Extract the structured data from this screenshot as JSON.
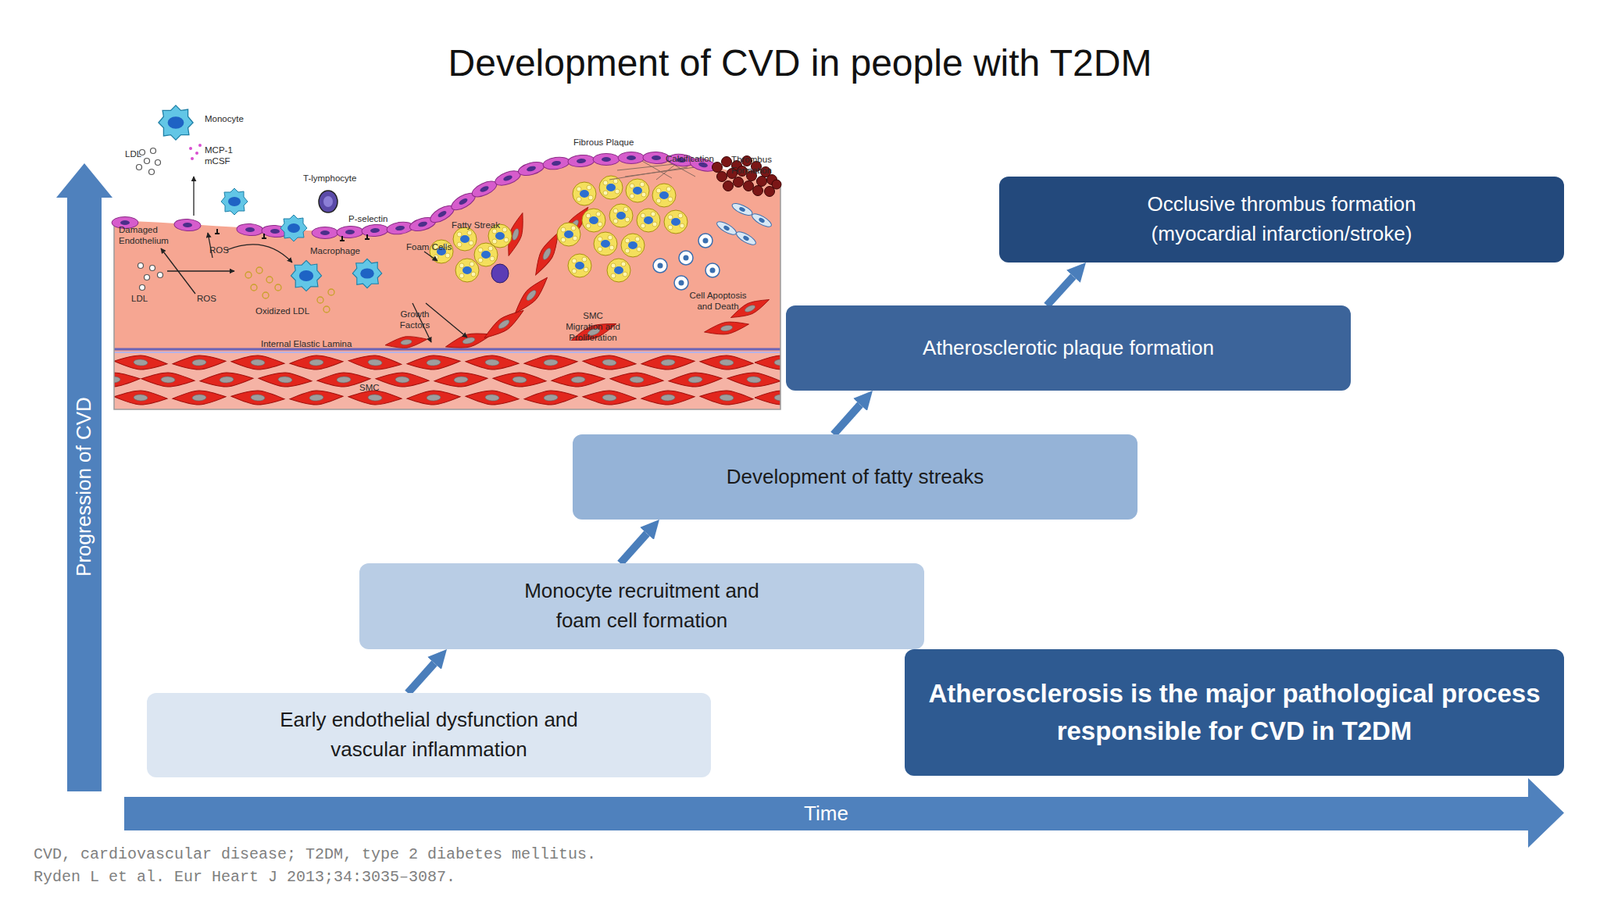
{
  "diagram": {
    "title": "Development of CVD in people with T2DM",
    "nodes": [
      {
        "text": [
          "Early endothelial dysfunction and vascular inflammation"
        ]
      },
      {
        "text": [
          "Monocyte recruitment and foam cell formation"
        ]
      },
      {
        "text": [
          "Development of fatty streaks"
        ]
      },
      {
        "text": [
          "Atherosclerotic plaque formation"
        ]
      },
      {
        "text": [
          "Occlusive thrombus formation (myocardial infarction/stroke)"
        ]
      },
      {
        "text": [
          "Atherosclerosis is the major pathological process responsible for CVD in T2DM"
        ]
      },
      {
        "text": [
          "Progression of CVD"
        ]
      },
      {
        "text": [
          "Time"
        ]
      }
    ],
    "edges": [
      {
        "from": 0,
        "to": 1,
        "arrow": "to"
      },
      {
        "from": 1,
        "to": 2,
        "arrow": "to"
      },
      {
        "from": 2,
        "to": 3,
        "arrow": "to"
      },
      {
        "from": 3,
        "to": 4,
        "arrow": "to"
      }
    ],
    "labels": [
      "Monocyte",
      "LDL",
      "MCP-1",
      "mCSF",
      "T-lymphocyte",
      "Damaged Endothelium",
      "ROS",
      "P-selectin",
      "Macrophage",
      "Foam Cells",
      "Fatty Streak",
      "LDL",
      "ROS",
      "Oxidized LDL",
      "Growth Factors",
      "SMC Migration and Proliferation",
      "Fibrous Plaque",
      "Calcification",
      "Thrombus Formation",
      "Cell Apoptosis and Death",
      "Internal Elastic Lamina",
      "SMC",
      "CVD, cardiovascular disease; T2DM, type 2 diabetes mellitus.",
      "Ryden L et al. Eur Heart J 2013;34:3035–3087."
    ]
  }
}
